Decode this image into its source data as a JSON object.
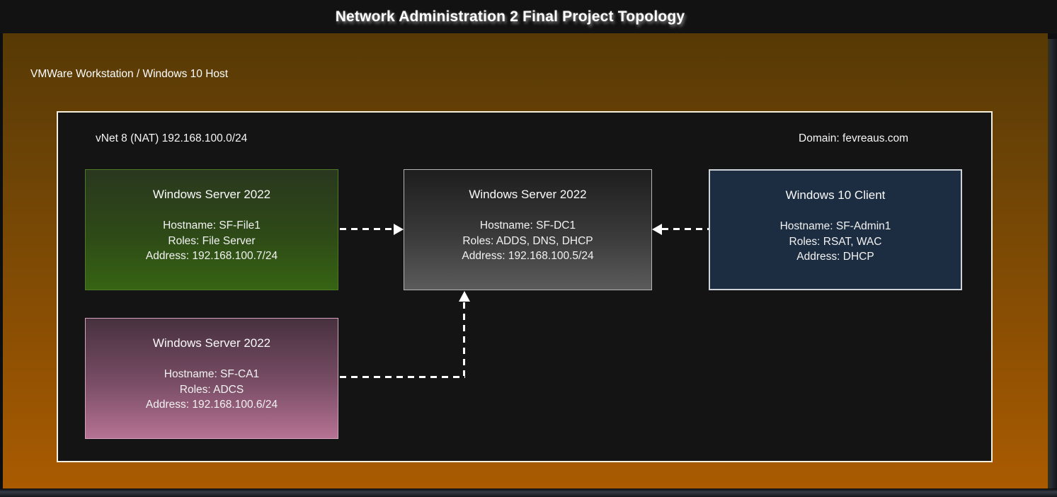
{
  "title": "Network Administration 2 Final Project Topology",
  "host_label": "VMWare Workstation / Windows 10 Host",
  "network": {
    "label": "vNet 8 (NAT) 192.168.100.0/24",
    "domain_label": "Domain: fevreaus.com"
  },
  "nodes": [
    {
      "id": "file-server",
      "title": "Windows Server 2022",
      "hostname": "Hostname: SF-File1",
      "roles": "Roles: File Server",
      "address": "Address: 192.168.100.7/24",
      "color": "#366413"
    },
    {
      "id": "domain-controller",
      "title": "Windows Server 2022",
      "hostname": "Hostname: SF-DC1",
      "roles": "Roles: ADDS, DNS, DHCP",
      "address": "Address: 192.168.100.5/24",
      "color": "#5b5b5b"
    },
    {
      "id": "client",
      "title": "Windows 10 Client",
      "hostname": "Hostname: SF-Admin1",
      "roles": "Roles: RSAT, WAC",
      "address": "Address: DHCP",
      "color": "#1c2c41"
    },
    {
      "id": "certificate-authority",
      "title": "Windows Server 2022",
      "hostname": "Hostname: SF-CA1",
      "roles": "Roles: ADCS",
      "address": "Address: 192.168.100.6/24",
      "color": "#b67294"
    }
  ],
  "connections": [
    {
      "from": "SF-File1",
      "to": "SF-DC1",
      "style": "dashed-arrow"
    },
    {
      "from": "SF-Admin1",
      "to": "SF-DC1",
      "style": "dashed-arrow"
    },
    {
      "from": "SF-CA1",
      "to": "SF-DC1",
      "style": "dashed-arrow"
    }
  ],
  "colors": {
    "panel_top": "#573905",
    "panel_bottom": "#aa5b01",
    "canvas": "#141414",
    "titlebar": "#121212",
    "arrow": "#ffffff"
  }
}
